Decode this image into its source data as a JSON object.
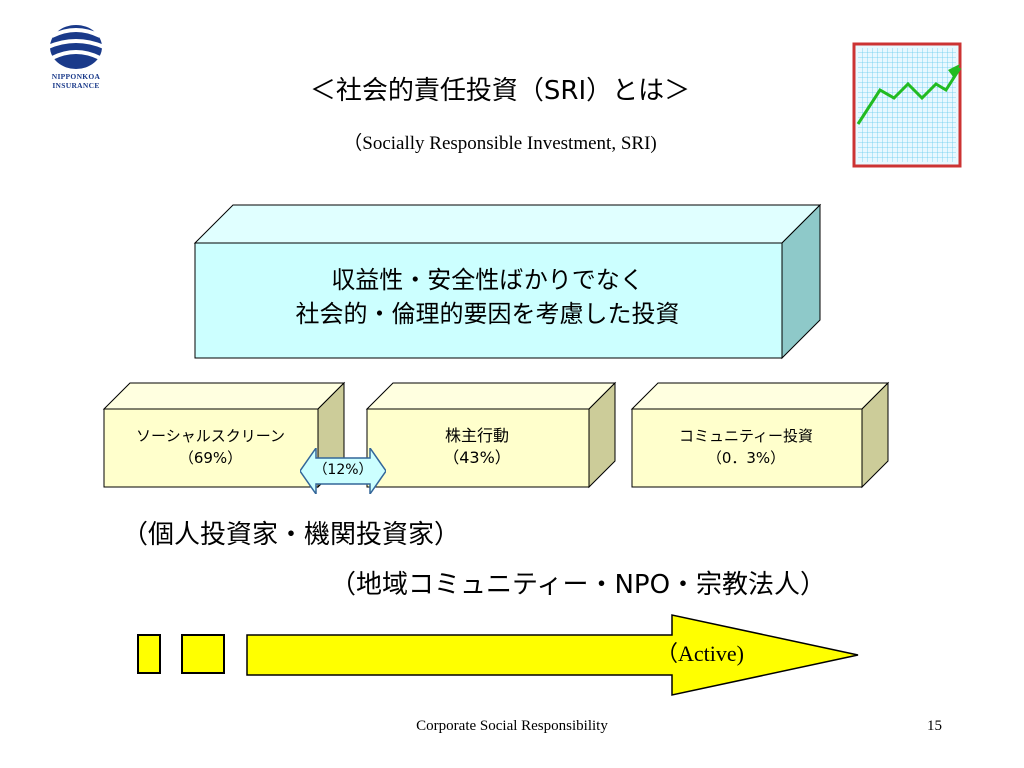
{
  "logo": {
    "text_line1": "NIPPONKOA",
    "text_line2": "INSURANCE",
    "color": "#1a3a8a"
  },
  "header": {
    "title": "＜社会的責任投資（SRI）とは＞",
    "subtitle": "（Socially Responsible Investment, SRI)"
  },
  "chart_icon": {
    "name": "rising-line-chart-icon",
    "line_color": "#22bb22",
    "grid_color": "#66ccee",
    "border_color": "#cc3333"
  },
  "main_box": {
    "line1": "収益性・安全性ばかりでなく",
    "line2": "社会的・倫理的要因を考慮した投資",
    "front_color": "#ccffff",
    "side_color": "#8ec9c9"
  },
  "categories": [
    {
      "name": "ソーシャルスクリーン",
      "share": "（69%）"
    },
    {
      "name": "株主行動",
      "share": "（43%）"
    },
    {
      "name": "コミュニティー投資",
      "share": "（0．3%）"
    }
  ],
  "category_colors": {
    "front": "#ffffcc",
    "side": "#cccc99"
  },
  "overlap": {
    "label": "（12%）",
    "color": "#ccffff"
  },
  "investors": {
    "individual": "（個人投資家・機関投資家）",
    "community": "（地域コミュニティー・NPO・宗教法人）"
  },
  "active_arrow": {
    "label": "（Active)",
    "color": "#ffff00"
  },
  "footer": {
    "text": "Corporate Social Responsibility",
    "page": "15"
  }
}
